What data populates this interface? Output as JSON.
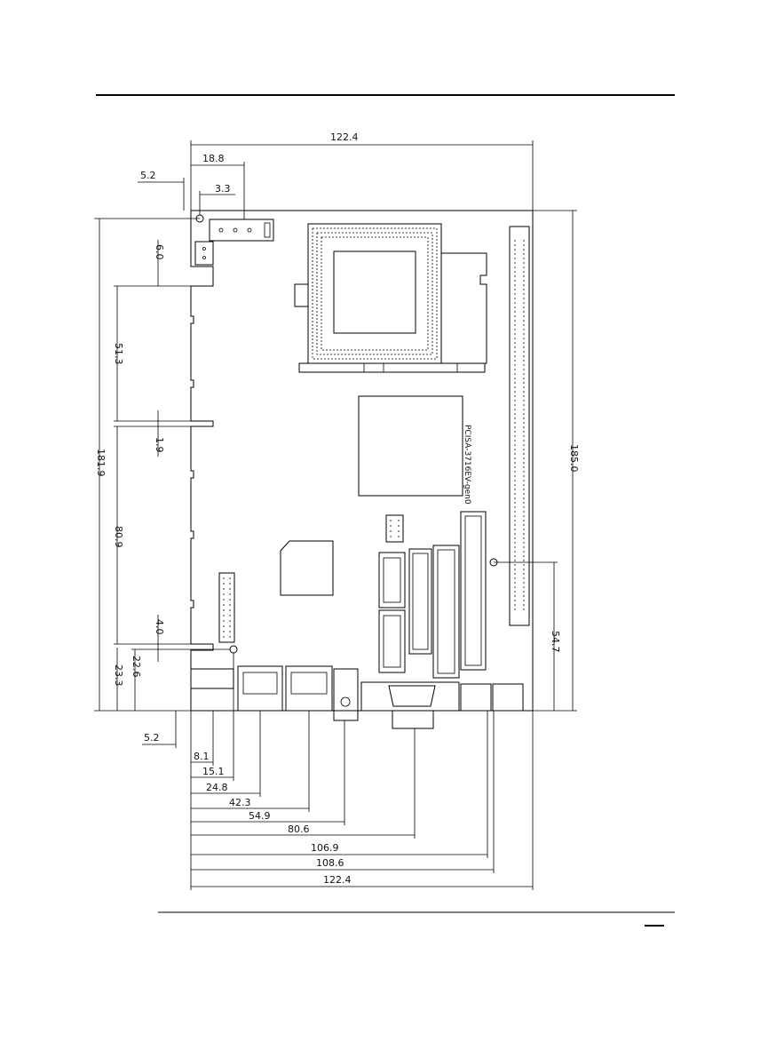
{
  "drawing": {
    "width_total": "122.4",
    "width_bottom_total": "122.4",
    "height_total": "185.0",
    "height_left": "181.9",
    "top_dims": [
      "18.8",
      "5.2",
      "3.3"
    ],
    "left_dims": [
      "6.0",
      "51.3",
      "1.9",
      "80.9",
      "4.0",
      "22.6",
      "23.3"
    ],
    "right_dim": "54.7",
    "bottom_left_dim": "5.2",
    "bottom_dims": [
      "8.1",
      "15.1",
      "24.8",
      "42.3",
      "54.9",
      "80.6",
      "106.9",
      "108.6"
    ],
    "chip_label": "PCISA-3716EV-gen0",
    "page_mark": "—"
  }
}
